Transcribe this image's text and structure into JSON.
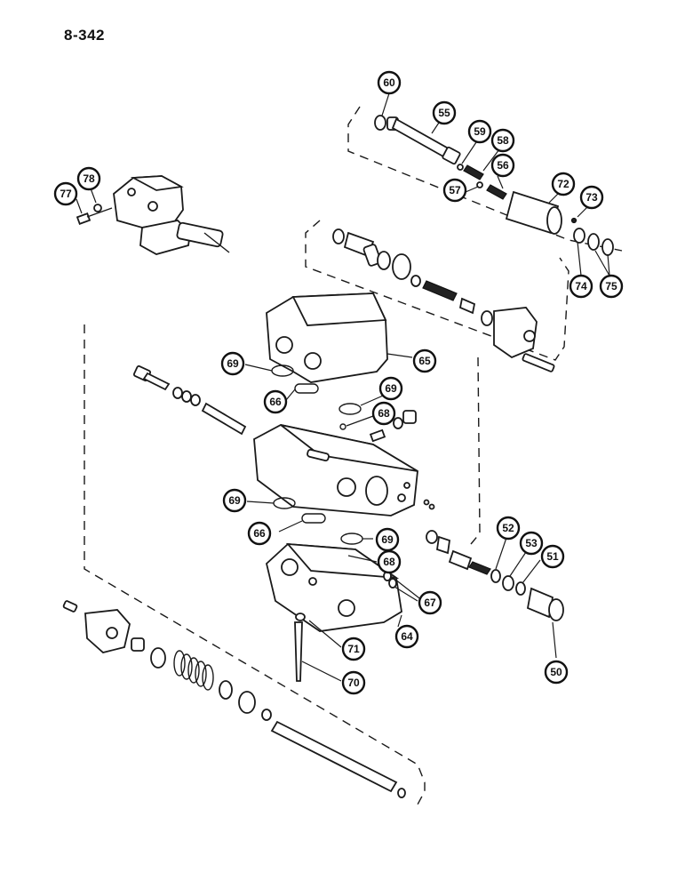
{
  "page_number": "8-342",
  "callouts": [
    {
      "id": "c60",
      "label": "60"
    },
    {
      "id": "c55",
      "label": "55"
    },
    {
      "id": "c59",
      "label": "59"
    },
    {
      "id": "c58",
      "label": "58"
    },
    {
      "id": "c56",
      "label": "56"
    },
    {
      "id": "c57",
      "label": "57"
    },
    {
      "id": "c72",
      "label": "72"
    },
    {
      "id": "c73",
      "label": "73"
    },
    {
      "id": "c74",
      "label": "74"
    },
    {
      "id": "c75",
      "label": "75"
    },
    {
      "id": "c77",
      "label": "77"
    },
    {
      "id": "c78",
      "label": "78"
    },
    {
      "id": "c65",
      "label": "65"
    },
    {
      "id": "c69a",
      "label": "69"
    },
    {
      "id": "c66a",
      "label": "66"
    },
    {
      "id": "c69b",
      "label": "69"
    },
    {
      "id": "c68a",
      "label": "68"
    },
    {
      "id": "c69c",
      "label": "69"
    },
    {
      "id": "c66b",
      "label": "66"
    },
    {
      "id": "c69d",
      "label": "69"
    },
    {
      "id": "c68b",
      "label": "68"
    },
    {
      "id": "c52",
      "label": "52"
    },
    {
      "id": "c53",
      "label": "53"
    },
    {
      "id": "c51",
      "label": "51"
    },
    {
      "id": "c67",
      "label": "67"
    },
    {
      "id": "c64",
      "label": "64"
    },
    {
      "id": "c71",
      "label": "71"
    },
    {
      "id": "c70",
      "label": "70"
    },
    {
      "id": "c50",
      "label": "50"
    }
  ]
}
